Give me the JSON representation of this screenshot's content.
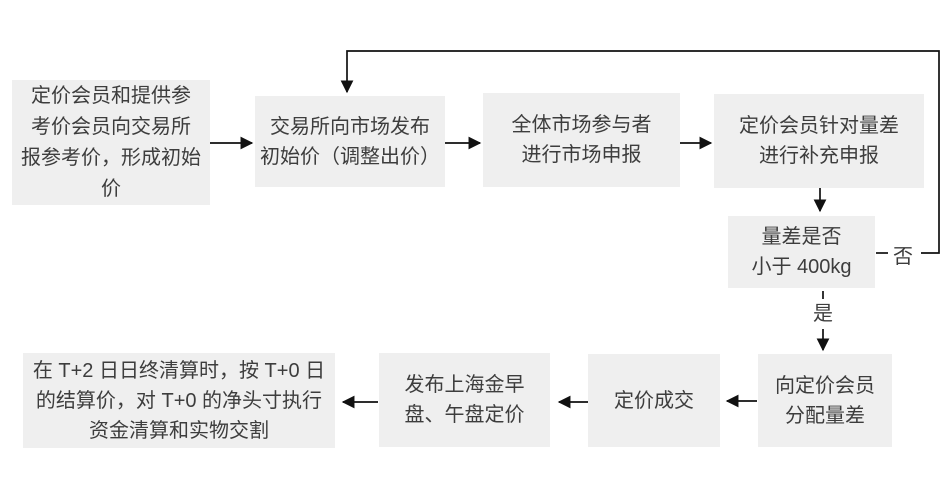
{
  "colors": {
    "box_fill": "#efefef",
    "box_text": "#3d3d3d",
    "arrow": "#111111",
    "background": "#ffffff"
  },
  "flowchart": {
    "nodes": {
      "submit_reference_price": {
        "text": "定价会员和提供参\n考价会员向交易所\n报参考价，形成初始\n价"
      },
      "publish_initial_price": {
        "text": "交易所向市场发布\n初始价（调整出价）"
      },
      "market_declaration": {
        "text": "全体市场参与者\n进行市场申报"
      },
      "supplementary_declaration": {
        "text": "定价会员针对量差\n进行补充申报"
      },
      "volume_check": {
        "text": "量差是否\n小于 400kg"
      },
      "allocate_volume": {
        "text": "向定价会员\n分配量差"
      },
      "price_deal": {
        "text": "定价成交"
      },
      "publish_benchmark": {
        "text": "发布上海金早\n盘、午盘定价"
      },
      "clearing_delivery": {
        "text": "在 T+2 日日终清算时，按 T+0 日\n的结算价，对 T+0 的净头寸执行\n资金清算和实物交割"
      }
    },
    "branch_labels": {
      "no": "否",
      "yes": "是"
    }
  }
}
